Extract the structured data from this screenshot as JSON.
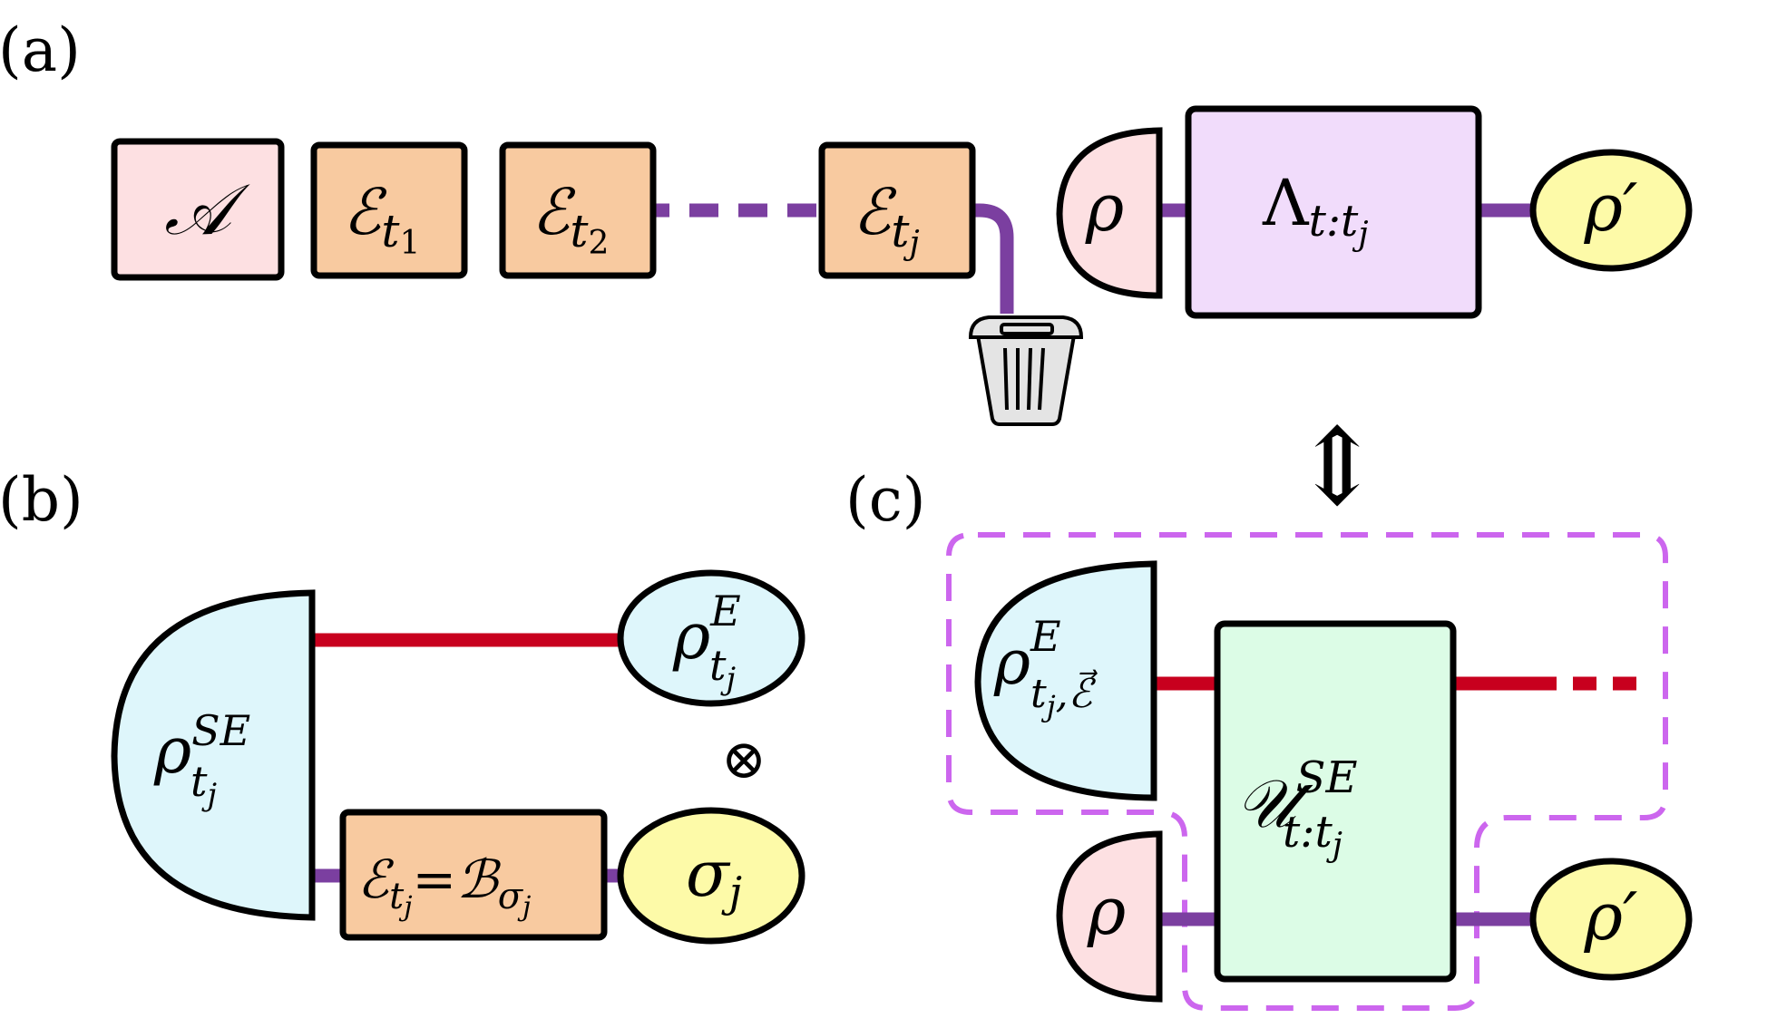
{
  "panels": {
    "a": "(a)",
    "b": "(b)",
    "c": "(c)"
  },
  "colors": {
    "wire_purple": "#7b3fa0",
    "wire_red": "#c8001e",
    "box_pink": "#fde0e2",
    "box_orange": "#f8caa0",
    "box_lilac": "#f1dcfb",
    "box_yellow": "#fdfaa8",
    "box_cyan": "#def6fb",
    "box_green": "#dcfce6",
    "dash_violet": "#cc66ee",
    "trash_gray": "#e4e4e4"
  },
  "panel_a": {
    "A": "𝒜",
    "E1": "ℰ",
    "E1_sub": "t",
    "E1_subsub": "1",
    "E2": "ℰ",
    "E2_sub": "t",
    "E2_subsub": "2",
    "Ej": "ℰ",
    "Ej_sub": "t",
    "Ej_subsub": "j",
    "rho": "ρ",
    "Lambda": "Λ",
    "Lambda_sub": "t:t",
    "Lambda_subsub": "j",
    "rho_prime": "ρ′",
    "trash_icon": "trash-can-icon"
  },
  "equiv_symbol": "⇕",
  "panel_b": {
    "rhoSE": "ρ",
    "rhoSE_sup": "SE",
    "rhoSE_sub": "t",
    "rhoSE_subsub": "j",
    "rhoE": "ρ",
    "rhoE_sup": "E",
    "rhoE_sub": "t",
    "rhoE_subsub": "j",
    "otimes": "⊗",
    "channel_E": "ℰ",
    "channel_E_sub": "t",
    "channel_E_subsub": "j",
    "channel_eq": "=",
    "channel_B": "ℬ",
    "channel_B_sub": "σ",
    "channel_B_subsub": "j",
    "sigma": "σ",
    "sigma_sub": "j"
  },
  "panel_c": {
    "rhoE": "ρ",
    "rhoE_sup": "E",
    "rhoE_sub": "t",
    "rhoE_subsub": "j",
    "rhoE_sub_tail": ",ℰ⃗",
    "U": "𝒰",
    "U_sup": "SE",
    "U_sub": "t:t",
    "U_subsub": "j",
    "rho": "ρ",
    "rho_prime": "ρ′"
  }
}
